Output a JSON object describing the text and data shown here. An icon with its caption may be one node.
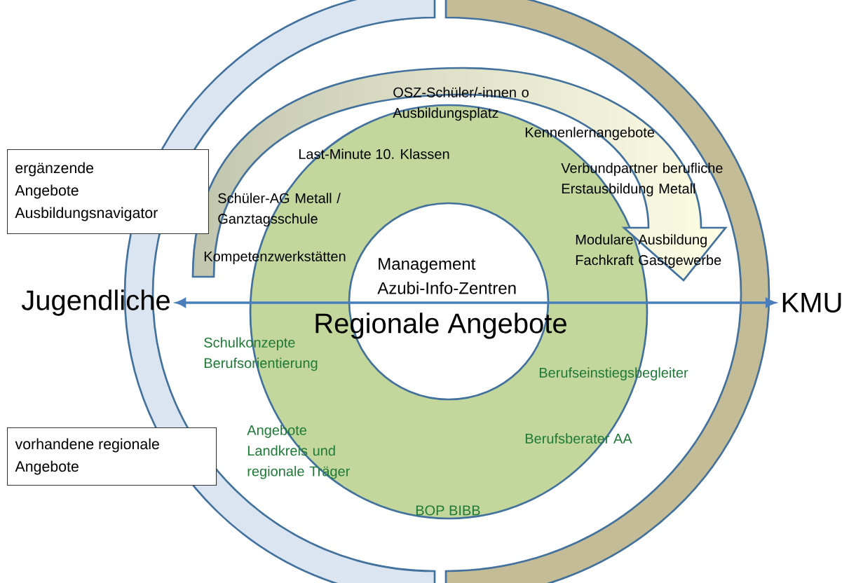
{
  "diagram": {
    "nodes": [
      {
        "text": [
          "ergänzende Angebote Ausbildungsnavigator"
        ]
      },
      {
        "text": [
          "Jugendliche"
        ]
      },
      {
        "text": [
          "KMU"
        ]
      },
      {
        "text": [
          "vorhandene regionale Angebote"
        ]
      }
    ],
    "edges": [
      {
        "from": 1,
        "to": 2,
        "arrow": "both"
      }
    ],
    "labels": [
      "OSZ-Schüler/-innen o Ausbildungsplatz",
      "Kennenlernangebote",
      "Last-Minute 10. Klassen",
      "Verbundpartner berufliche Erstausbildung Metall",
      "Schüler-AG Metall / Ganztagsschule",
      "Modulare Ausbildung Fachkraft Gastgewerbe",
      "Kompetenzwerkstätten",
      "Management Azubi-Info-Zentren",
      "Regionale Angebote",
      "Schulkonzepte Berufsorientierung",
      "Berufseinstiegsbegleiter",
      "Angebote Landkreis und regionale Träger",
      "Berufsberater AA",
      "BOP BIBB"
    ]
  }
}
